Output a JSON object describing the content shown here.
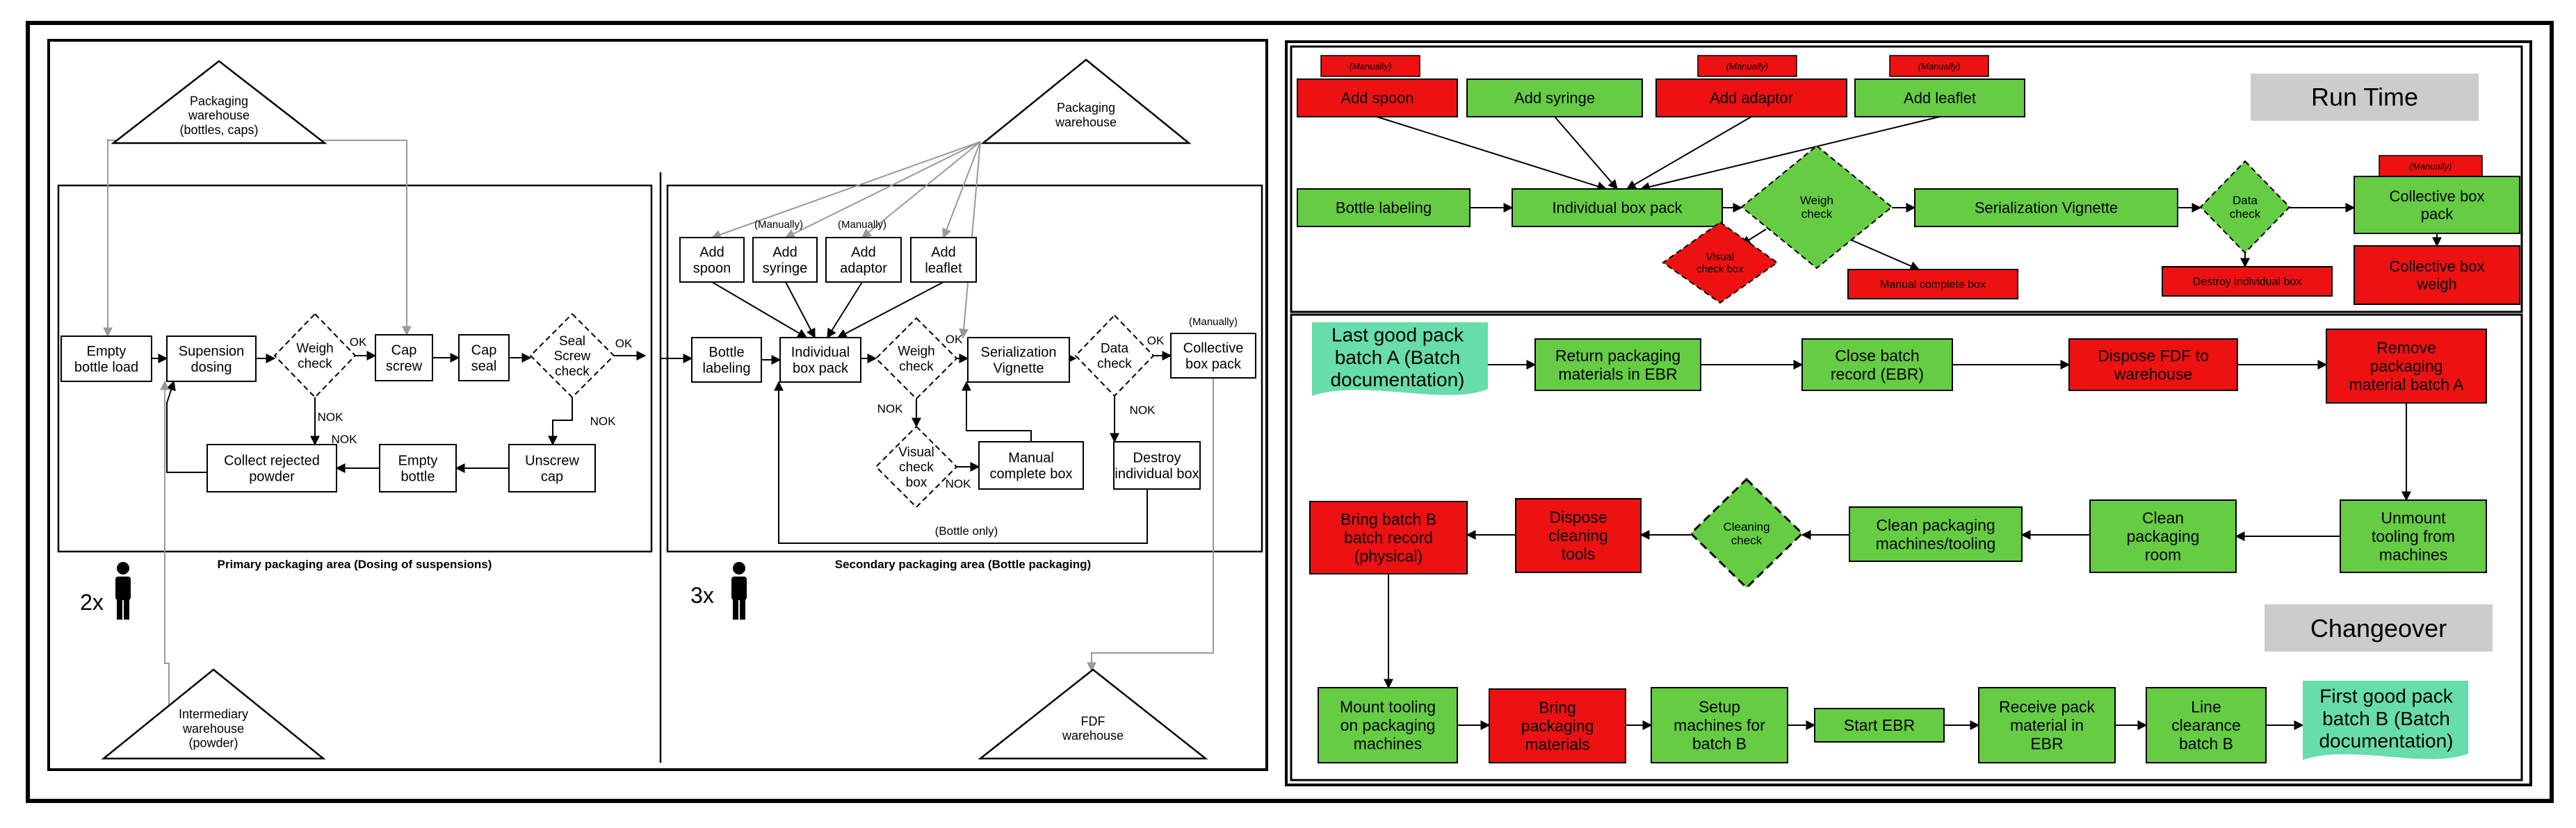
{
  "left": {
    "warehouses": {
      "packaging_bottles": [
        "Packaging",
        "warehouse",
        "(bottles, caps)"
      ],
      "packaging_secondary": [
        "Packaging",
        "warehouse"
      ],
      "intermediary": [
        "Intermediary",
        "warehouse",
        "(powder)"
      ],
      "fdf": [
        "FDF",
        "warehouse"
      ]
    },
    "primary": {
      "area_label": "Primary packaging area (Dosing of suspensions)",
      "staff": "2x",
      "empty_bottle_load": [
        "Empty",
        "bottle load"
      ],
      "suspension_dosing": [
        "Supension",
        "dosing"
      ],
      "weigh_check": [
        "Weigh",
        "check"
      ],
      "cap_screw": [
        "Cap",
        "screw"
      ],
      "cap_seal": [
        "Cap",
        "seal"
      ],
      "seal_screw_check": [
        "Seal",
        "Screw",
        "check"
      ],
      "unscrew_cap": [
        "Unscrew",
        "cap"
      ],
      "empty_bottle": [
        "Empty",
        "bottle"
      ],
      "collect_rejected": [
        "Collect rejected",
        "powder"
      ],
      "ok": "OK",
      "nok": "NOK"
    },
    "secondary": {
      "area_label": "Secondary packaging area (Bottle packaging)",
      "staff": "3x",
      "manually": "(Manually)",
      "add_spoon": [
        "Add",
        "spoon"
      ],
      "add_syringe": [
        "Add",
        "syringe"
      ],
      "add_adaptor": [
        "Add",
        "adaptor"
      ],
      "add_leaflet": [
        "Add",
        "leaflet"
      ],
      "bottle_labeling": [
        "Bottle",
        "labeling"
      ],
      "individual_box_pack": [
        "Individual",
        "box pack"
      ],
      "weigh_check": [
        "Weigh",
        "check"
      ],
      "serialization_vignette": [
        "Serialization",
        "Vignette"
      ],
      "data_check": [
        "Data",
        "check"
      ],
      "collective_box_pack": [
        "Collective",
        "box pack"
      ],
      "visual_check_box": [
        "Visual",
        "check",
        "box"
      ],
      "manual_complete_box": [
        "Manual",
        "complete box"
      ],
      "destroy_individual_box": [
        "Destroy",
        "individual box"
      ],
      "bottle_only": "(Bottle only)",
      "ok": "OK",
      "nok": "NOK"
    }
  },
  "right": {
    "run_time": {
      "title": "Run Time",
      "manually": "(Manually)",
      "add_spoon": "Add spoon",
      "add_syringe": "Add syringe",
      "add_adaptor": "Add adaptor",
      "add_leaflet": "Add leaflet",
      "bottle_labeling": "Bottle labeling",
      "individual_box_pack": "Individual box pack",
      "weigh_check": [
        "Weigh",
        "check"
      ],
      "serialization_vignette": "Serialization Vignette",
      "data_check": [
        "Data",
        "check"
      ],
      "collective_box_pack": [
        "Collective box",
        "pack"
      ],
      "collective_box_weigh": [
        "Collective box",
        "weigh"
      ],
      "visual_check_box": [
        "Visual",
        "check box"
      ],
      "manual_complete_box": "Manual complete box",
      "destroy_individual_box": "Destroy individual box"
    },
    "changeover": {
      "title": "Changeover",
      "last_good_pack": [
        "Last good pack",
        "batch A (Batch",
        "documentation)"
      ],
      "return_packaging": [
        "Return packaging",
        "materials in EBR"
      ],
      "close_batch_record": [
        "Close batch",
        "record (EBR)"
      ],
      "dispose_fdf": [
        "Dispose FDF to",
        "warehouse"
      ],
      "remove_packaging": [
        "Remove",
        "packaging",
        "material batch A"
      ],
      "unmount_tooling": [
        "Unmount",
        "tooling from",
        "machines"
      ],
      "clean_packaging_room": [
        "Clean",
        "packaging",
        "room"
      ],
      "clean_packaging_machines": [
        "Clean packaging",
        "machines/tooling"
      ],
      "cleaning_check": [
        "Cleaning",
        "check"
      ],
      "dispose_cleaning_tools": [
        "Dispose",
        "cleaning",
        "tools"
      ],
      "bring_batch_b_record": [
        "Bring batch B",
        "batch record",
        "(physical)"
      ],
      "mount_tooling": [
        "Mount tooling",
        "on packaging",
        "machines"
      ],
      "bring_packaging_materials": [
        "Bring",
        "packaging",
        "materials"
      ],
      "setup_machines": [
        "Setup",
        "machines for",
        "batch B"
      ],
      "start_ebr": "Start EBR",
      "receive_pack_material": [
        "Receive pack",
        "material in",
        "EBR"
      ],
      "line_clearance": [
        "Line",
        "clearance",
        "batch B"
      ],
      "first_good_pack": [
        "First good pack",
        "batch B (Batch",
        "documentation)"
      ]
    }
  },
  "colors": {
    "green": "#66cc44",
    "red": "#ee1111",
    "teal": "#66ddaa",
    "gray_title": "#cccccc"
  }
}
